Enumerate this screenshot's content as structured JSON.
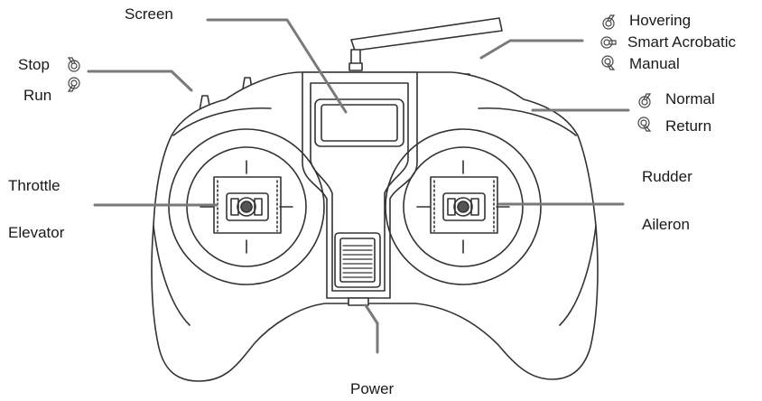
{
  "labels": {
    "screen": "Screen",
    "stop": "Stop",
    "run": "Run",
    "hovering": "Hovering",
    "smart_acrobatic": "Smart Acrobatic",
    "manual": "Manual",
    "normal": "Normal",
    "return": "Return",
    "throttle": "Throttle",
    "elevator": "Elevator",
    "rudder": "Rudder",
    "aileron": "Aileron",
    "power": "Power"
  },
  "icons": {
    "switch_up": "switch-up-icon",
    "switch_mid": "switch-mid-icon",
    "switch_down": "switch-down-icon"
  },
  "colors": {
    "outline": "#333333",
    "leader": "#7a7a7a"
  }
}
